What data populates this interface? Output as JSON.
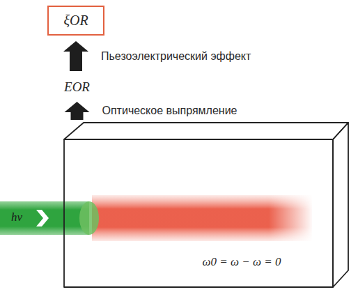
{
  "diagram": {
    "nodes": [
      {
        "text": [
          "ξOR"
        ]
      },
      {
        "text": [
          "EOR"
        ]
      },
      {
        "text": [
          "ω0 = ω − ω = 0"
        ]
      }
    ],
    "edges": [
      {
        "from": 2,
        "to": 1,
        "arrow": "to",
        "label": "Оптическое выпрямление"
      },
      {
        "from": 1,
        "to": 0,
        "arrow": "to",
        "label": "Пьезоэлектрический эффект"
      }
    ],
    "labels": [
      "hν"
    ]
  }
}
